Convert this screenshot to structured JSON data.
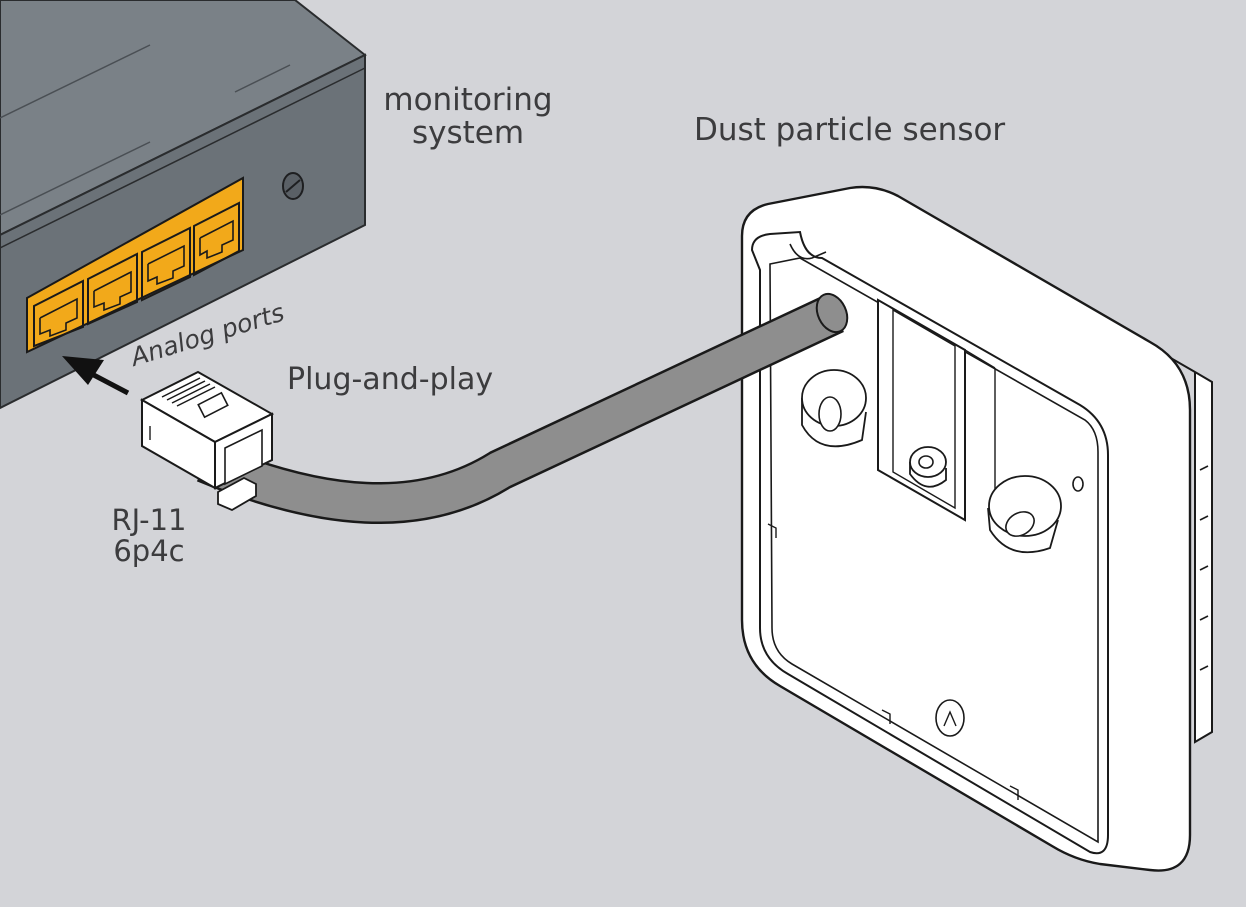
{
  "labels": {
    "monitoring_line1": "monitoring",
    "monitoring_line2": "system",
    "sensor": "Dust particle sensor",
    "analog_ports": "Analog ports",
    "plug_and_play": "Plug-and-play",
    "connector_line1": "RJ-11",
    "connector_line2": "6p4c"
  },
  "colors": {
    "background": "#d3d4d8",
    "device_body": "#6e757b",
    "port_highlight": "#f2a91a",
    "cable": "#8e8e8e",
    "sensor_housing": "#ffffff",
    "outline": "#1a1a1a"
  }
}
